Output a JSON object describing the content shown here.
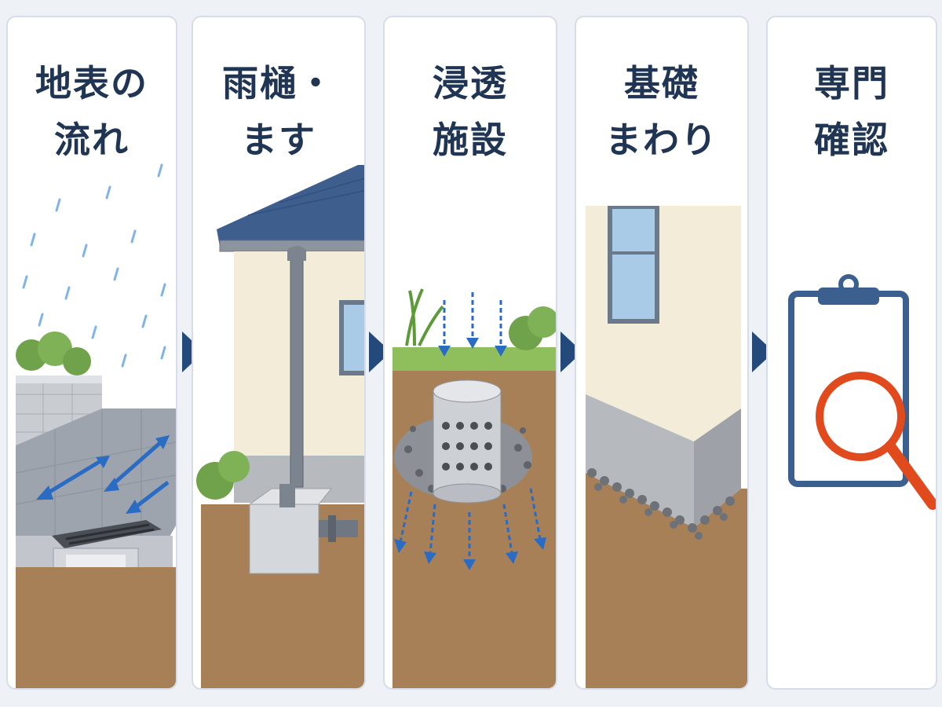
{
  "panels": [
    {
      "id": "surface",
      "title": [
        "地表の",
        "流れ"
      ],
      "scene": "surface-flow"
    },
    {
      "id": "gutter",
      "title": [
        "雨樋・",
        "ます"
      ],
      "scene": "gutter-basin"
    },
    {
      "id": "infiltration",
      "title": [
        "浸透",
        "施設"
      ],
      "scene": "infiltration-facility"
    },
    {
      "id": "foundation",
      "title": [
        "基礎",
        "まわり"
      ],
      "scene": "foundation-surroundings"
    },
    {
      "id": "expert",
      "title": [
        "専門",
        "確認"
      ],
      "scene": "expert-inspection"
    }
  ],
  "colors": {
    "title": "#1f3553",
    "flow_arrow": "#2a6bc4",
    "connector_arrow": "#234a7a",
    "soil": "#a07a52",
    "magnifier": "#e04a1c",
    "clipboard": "#3b5f8e"
  },
  "icons": [
    "rain-icon",
    "flow-arrow-icon",
    "downspout-icon",
    "perforated-pipe-icon",
    "magnifier-icon",
    "clipboard-icon"
  ]
}
